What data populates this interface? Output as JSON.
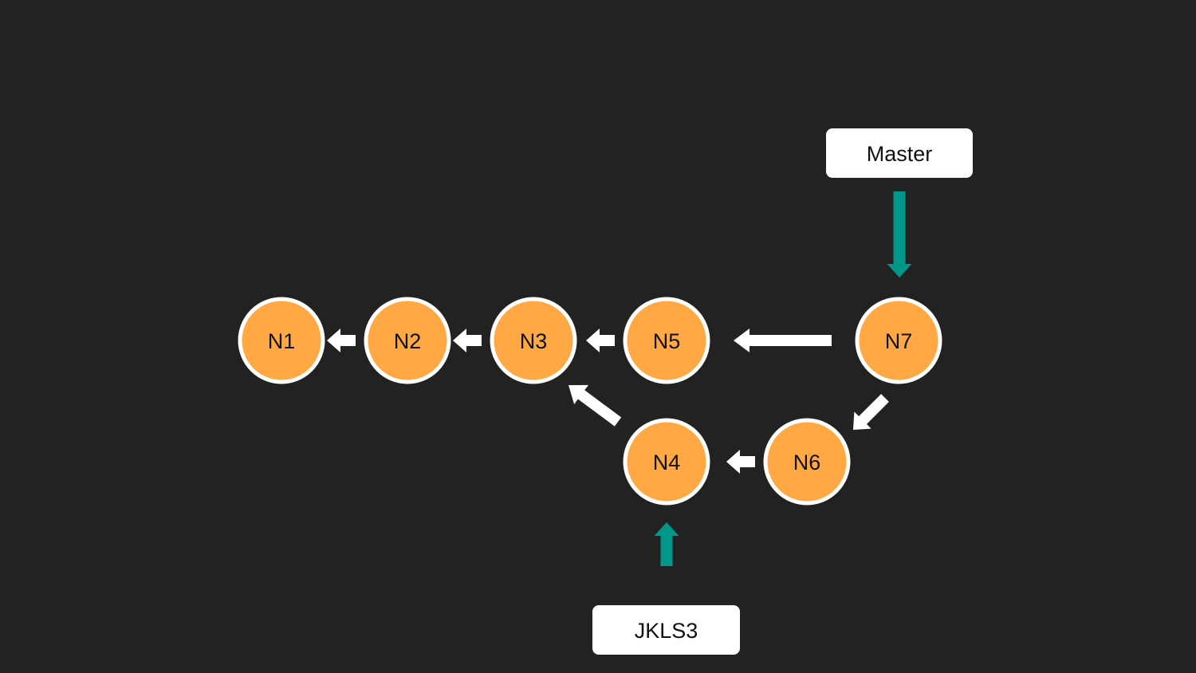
{
  "colors": {
    "background": "#222222",
    "node_fill": "#ffa844",
    "node_stroke": "#ffffff",
    "edge_arrow": "#ffffff",
    "pointer_arrow": "#00968a",
    "pointer_box": "#ffffff"
  },
  "nodes": [
    {
      "id": "N1",
      "label": "N1"
    },
    {
      "id": "N2",
      "label": "N2"
    },
    {
      "id": "N3",
      "label": "N3"
    },
    {
      "id": "N5",
      "label": "N5"
    },
    {
      "id": "N7",
      "label": "N7"
    },
    {
      "id": "N4",
      "label": "N4"
    },
    {
      "id": "N6",
      "label": "N6"
    }
  ],
  "edges": [
    {
      "from": "N2",
      "to": "N1"
    },
    {
      "from": "N3",
      "to": "N2"
    },
    {
      "from": "N5",
      "to": "N3"
    },
    {
      "from": "N7",
      "to": "N5"
    },
    {
      "from": "N7",
      "to": "N6"
    },
    {
      "from": "N6",
      "to": "N4"
    },
    {
      "from": "N4",
      "to": "N3"
    }
  ],
  "pointers": [
    {
      "id": "master",
      "label": "Master",
      "target": "N7"
    },
    {
      "id": "jkls3",
      "label": "JKLS3",
      "target": "N4"
    }
  ]
}
